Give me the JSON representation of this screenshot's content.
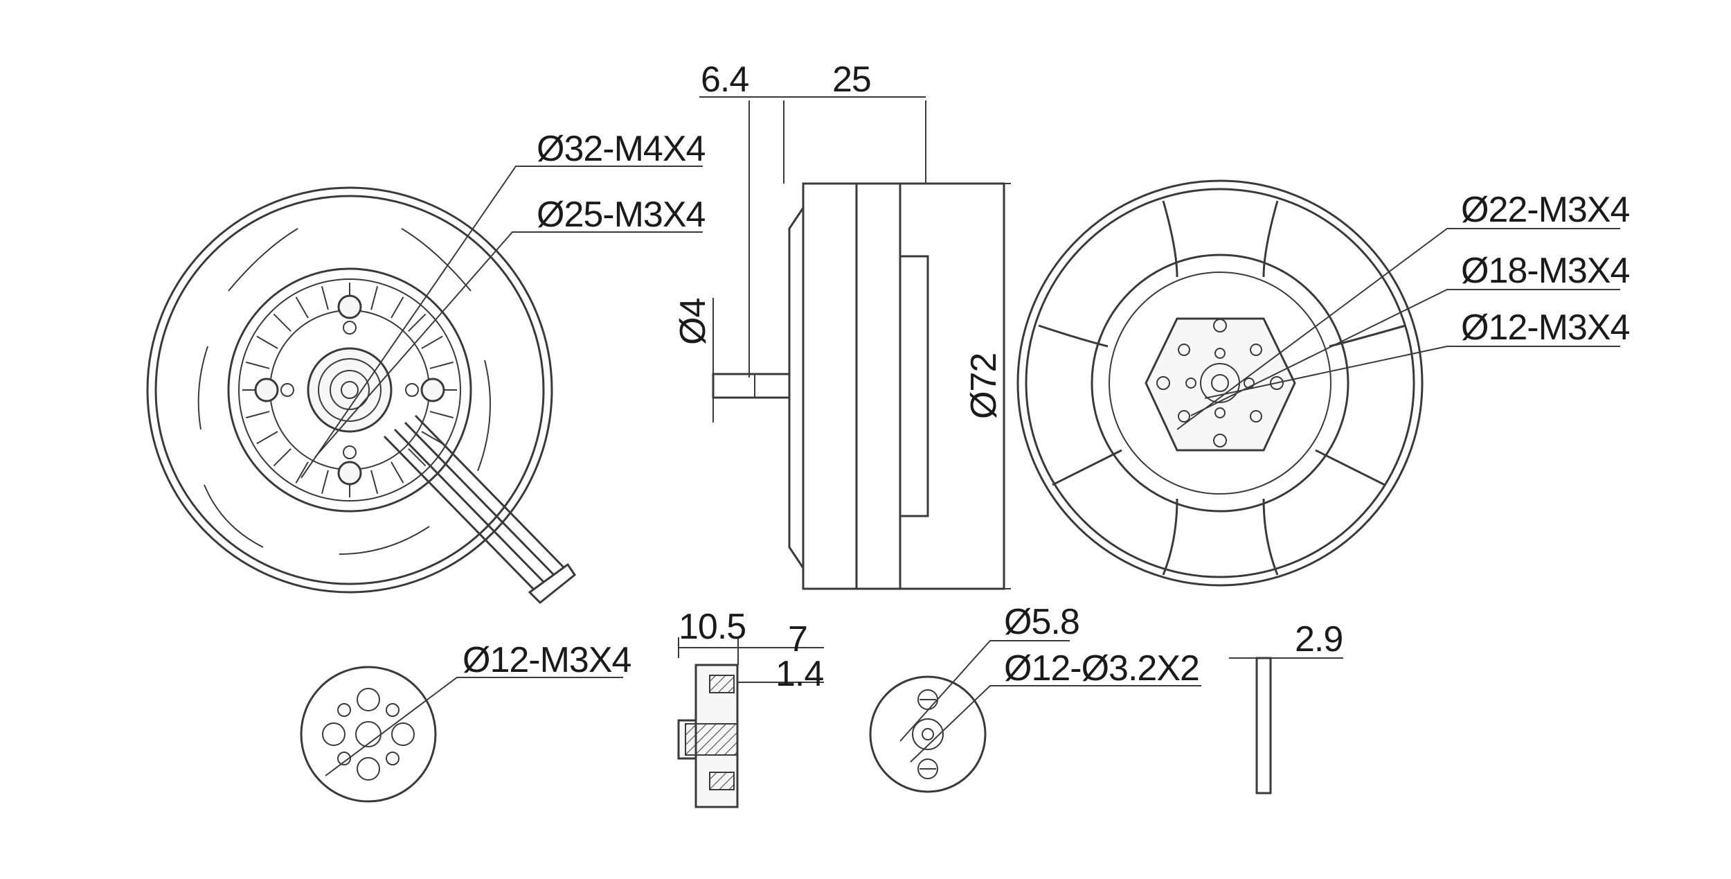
{
  "labels": {
    "d32": "Ø32-M4X4",
    "d25": "Ø25-M3X4",
    "w64": "6.4",
    "w25": "25",
    "d4": "Ø4",
    "d72": "Ø72",
    "d22": "Ø22-M3X4",
    "d18": "Ø18-M3X4",
    "d12a": "Ø12-M3X4",
    "d12b": "Ø12-M3X4",
    "w105": "10.5",
    "w7": "7",
    "w14": "1.4",
    "d58": "Ø5.8",
    "d12c": "Ø12-Ø3.2X2",
    "w29": "2.9"
  }
}
